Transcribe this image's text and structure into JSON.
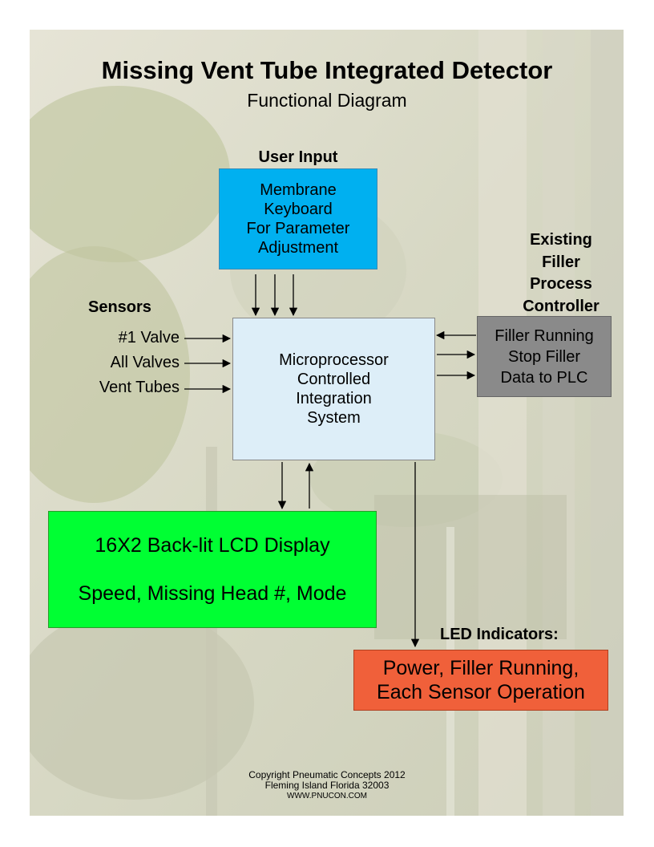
{
  "title": "Missing Vent Tube Integrated Detector",
  "subtitle": "Functional Diagram",
  "user_input": {
    "heading": "User Input",
    "box_lines": [
      "Membrane",
      "Keyboard",
      "For Parameter",
      "Adjustment"
    ],
    "color": "#00b0f0"
  },
  "sensors": {
    "heading": "Sensors",
    "items": [
      "#1 Valve",
      "All Valves",
      "Vent Tubes"
    ]
  },
  "microprocessor": {
    "lines": [
      "Microprocessor",
      "Controlled",
      "Integration",
      "System"
    ],
    "color": "#ddeef8"
  },
  "process_controller": {
    "heading_lines": [
      "Existing",
      "Filler",
      "Process",
      "Controller"
    ],
    "box_lines": [
      "Filler Running",
      "Stop Filler",
      "Data to PLC"
    ],
    "color": "#8a8a8a"
  },
  "lcd": {
    "line1": "16X2 Back-lit LCD Display",
    "line2": "Speed, Missing Head #, Mode",
    "color": "#00ff33"
  },
  "led": {
    "heading": "LED Indicators:",
    "box_lines": [
      "Power, Filler Running,",
      "Each Sensor Operation"
    ],
    "color": "#f0603a"
  },
  "footer": {
    "line1": "Copyright Pneumatic Concepts 2012",
    "line2": "Fleming Island Florida 32003",
    "line3": "WWW.PNUCON.COM"
  }
}
